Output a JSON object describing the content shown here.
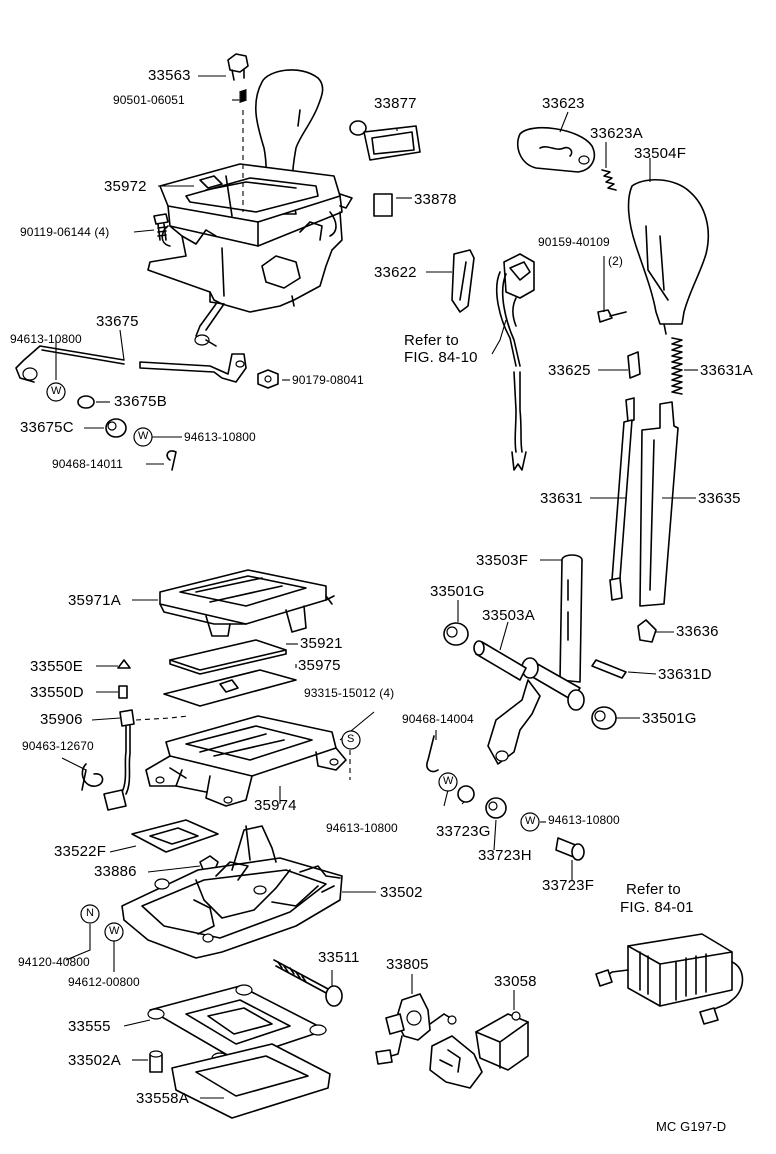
{
  "labels": {
    "p33563": "33563",
    "p90501_06051": "90501-06051",
    "p35972": "35972",
    "p90119_06144": "90119-06144 (4)",
    "p33675": "33675",
    "p94613_10800_a": "94613-10800",
    "p33675B": "33675B",
    "p33675C": "33675C",
    "p94613_10800_b": "94613-10800",
    "p90468_14011": "90468-14011",
    "p90179_08041": "90179-08041",
    "p33877": "33877",
    "p33878": "33878",
    "p33622": "33622",
    "refer_84_10_a": "Refer to",
    "refer_84_10_b": "FIG. 84-10",
    "p33623": "33623",
    "p33623A": "33623A",
    "p33504F": "33504F",
    "p90159_40109": "90159-40109",
    "p90159_qty": "(2)",
    "p33625": "33625",
    "p33631A": "33631A",
    "p33631": "33631",
    "p33635": "33635",
    "p33503F": "33503F",
    "p33501G_a": "33501G",
    "p33503A": "33503A",
    "p33636": "33636",
    "p33631D": "33631D",
    "p33501G_b": "33501G",
    "p90468_14004": "90468-14004",
    "p35971A": "35971A",
    "p35921": "35921",
    "p35975": "35975",
    "p33550E": "33550E",
    "p33550D": "33550D",
    "p93315_15012": "93315-15012 (4)",
    "p35906": "35906",
    "p90463_12670": "90463-12670",
    "p35974": "35974",
    "p94613_10800_c": "94613-10800",
    "p33723G": "33723G",
    "p94613_10800_d": "94613-10800",
    "p33723H": "33723H",
    "p33723F": "33723F",
    "p33522F": "33522F",
    "p33886": "33886",
    "p33502": "33502",
    "refer_84_01_a": "Refer to",
    "refer_84_01_b": "FIG. 84-01",
    "p94120_40800": "94120-40800",
    "p94612_00800": "94612-00800",
    "p33511": "33511",
    "p33805": "33805",
    "p33058": "33058",
    "p33555": "33555",
    "p33502A": "33502A",
    "p33558A": "33558A",
    "footer_code": "MC  G197-D"
  },
  "washer_marks": {
    "w": "W",
    "n": "N",
    "s": "S"
  }
}
